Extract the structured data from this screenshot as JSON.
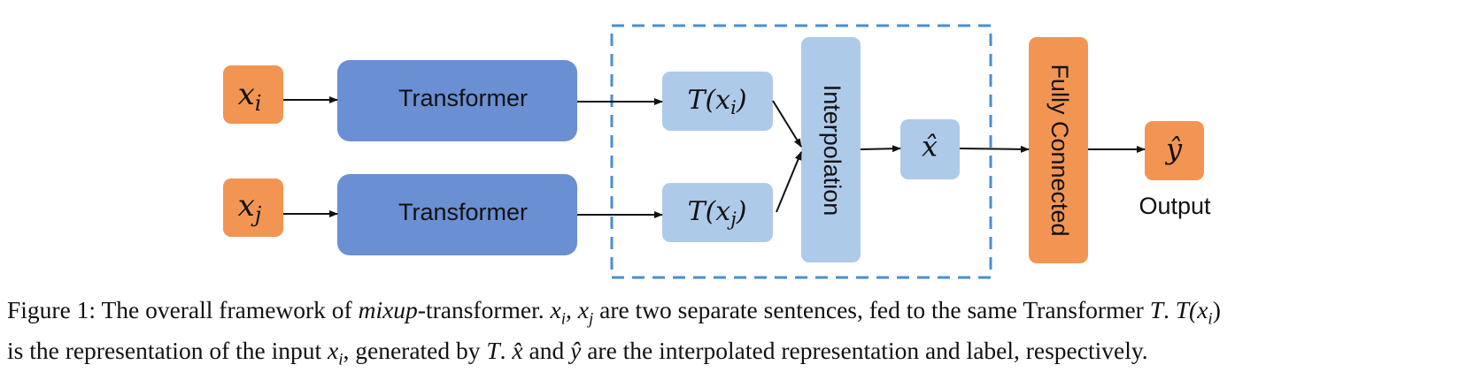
{
  "diagram": {
    "inputs": {
      "xi": "x",
      "xi_sub": "i",
      "xj": "x",
      "xj_sub": "j"
    },
    "encoders": [
      "Transformer",
      "Transformer"
    ],
    "reps": {
      "ti_base": "T(x",
      "ti_sub": "i",
      "ti_close": ")",
      "tj_base": "T(x",
      "tj_sub": "j",
      "tj_close": ")"
    },
    "interpolation": "Interpolation",
    "mixed": "x̂",
    "fully_connected": "Fully Connected",
    "yhat": "ŷ",
    "output_label": "Output"
  },
  "caption": {
    "line1_a": "Figure 1: The overall framework of ",
    "line1_mixup": "mixup",
    "line1_b": "-transformer. ",
    "line1_xi": "x",
    "line1_xi_sub": "i",
    "line1_comma": ", ",
    "line1_xj": "x",
    "line1_xj_sub": "j",
    "line1_c": " are two separate sentences, fed to the same Transformer ",
    "line1_T": "T",
    "line1_d": ". ",
    "line1_Txi": "T(x",
    "line1_Txi_sub": "i",
    "line1_Txi_close": ")",
    "line2_a": "is the representation of the input ",
    "line2_xi": "x",
    "line2_xi_sub": "i",
    "line2_b": ", generated by ",
    "line2_T": "T",
    "line2_c": ". ",
    "line2_xhat": "x̂",
    "line2_d": " and ",
    "line2_yhat": "ŷ",
    "line2_e": " are the interpolated representation and label, respectively."
  },
  "colors": {
    "orange": "#F29553",
    "blue_dark": "#6A8FD2",
    "blue_light": "#AECAE9",
    "dash": "#4A8ED0",
    "arrow": "#111111"
  }
}
